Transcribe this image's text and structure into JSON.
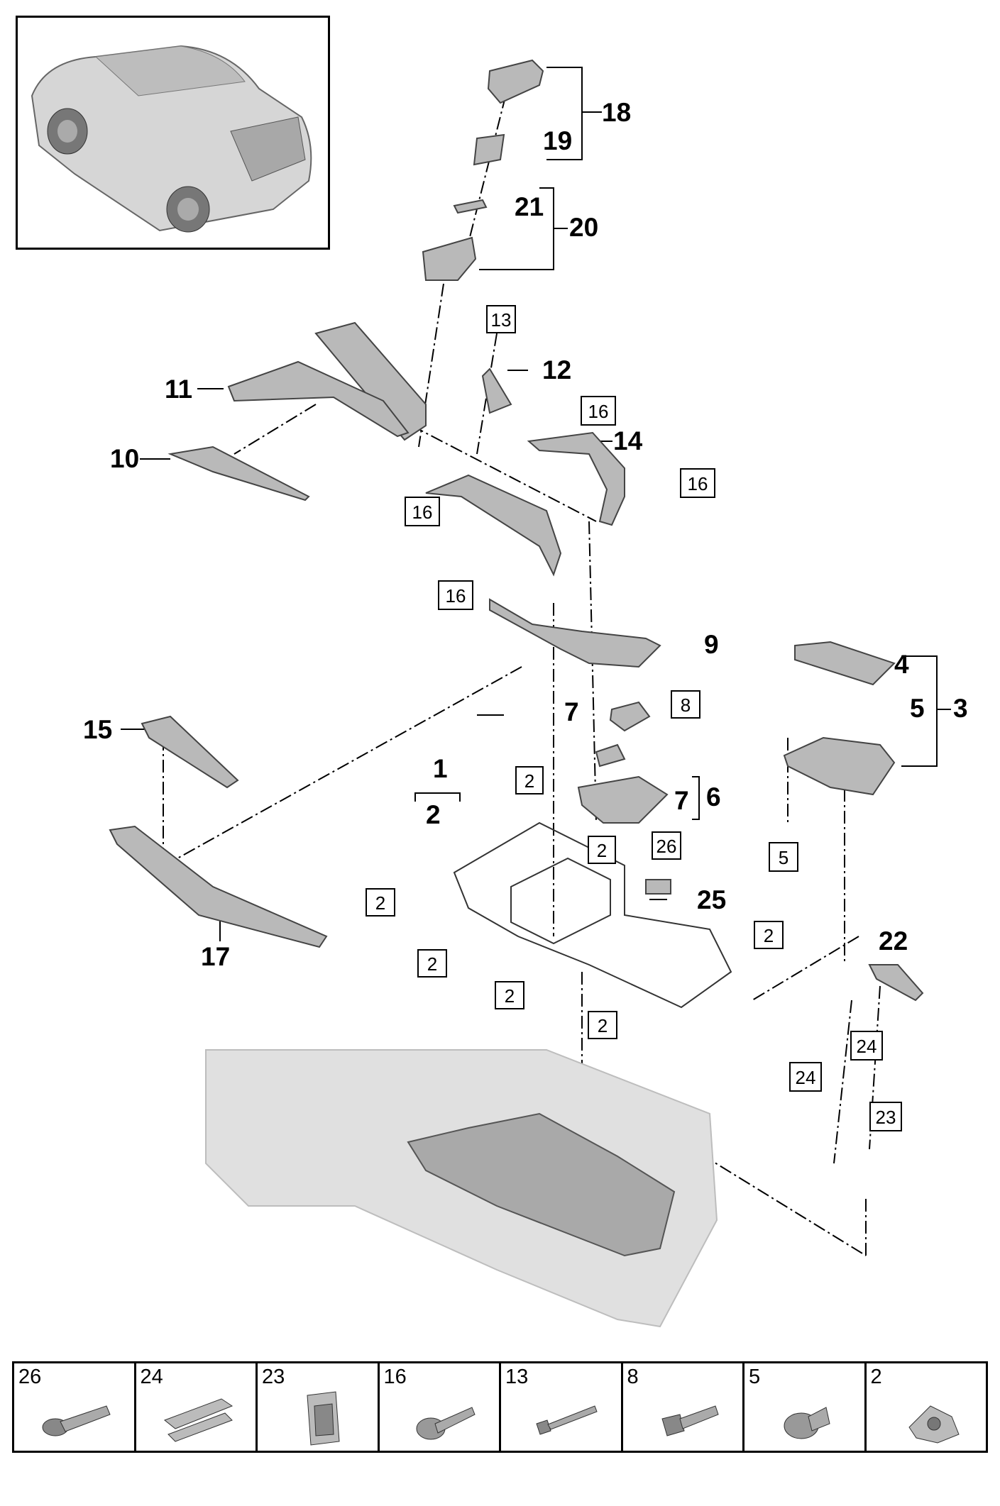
{
  "callouts": {
    "c1": "1",
    "c2_top": "2",
    "c3": "3",
    "c4": "4",
    "c5": "5",
    "c6": "6",
    "c7_upper": "7",
    "c7_lower": "7",
    "c9": "9",
    "c10": "10",
    "c11": "11",
    "c12": "12",
    "c14": "14",
    "c15": "15",
    "c17": "17",
    "c18": "18",
    "c19": "19",
    "c20": "20",
    "c21": "21",
    "c22": "22",
    "c25": "25"
  },
  "boxed_labels": {
    "b13": "13",
    "b16_a": "16",
    "b16_b": "16",
    "b16_c": "16",
    "b16_d": "16",
    "b8": "8",
    "b5": "5",
    "b26": "26",
    "b2_a": "2",
    "b2_b": "2",
    "b2_c": "2",
    "b2_d": "2",
    "b2_e": "2",
    "b2_f": "2",
    "b2_g": "2",
    "b24_a": "24",
    "b24_b": "24",
    "b23": "23"
  },
  "legend": [
    {
      "number": "26",
      "icon": "flange-bolt-icon"
    },
    {
      "number": "24",
      "icon": "spring-clip-icon"
    },
    {
      "number": "23",
      "icon": "retaining-clip-icon"
    },
    {
      "number": "16",
      "icon": "pan-head-screw-icon"
    },
    {
      "number": "13",
      "icon": "hex-screw-icon"
    },
    {
      "number": "8",
      "icon": "hex-bolt-icon"
    },
    {
      "number": "5",
      "icon": "expansion-rivet-icon"
    },
    {
      "number": "2",
      "icon": "sheet-metal-nut-icon"
    }
  ]
}
